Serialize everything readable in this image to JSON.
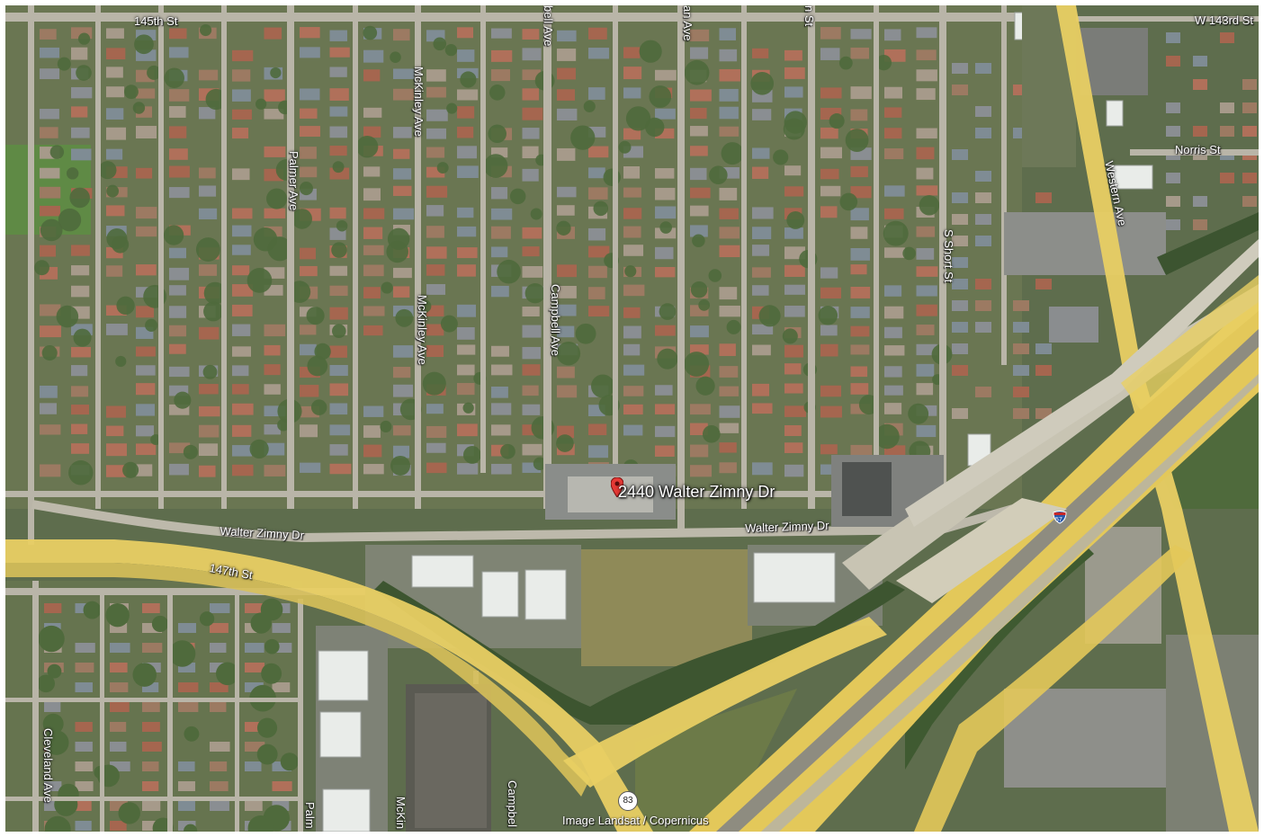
{
  "map": {
    "imagery_credit": "Image Landsat / Copernicus",
    "marker": {
      "label": "2440 Walter Zimny Dr",
      "color": "#e53935"
    },
    "street_labels": [
      {
        "id": "145th-st",
        "text": "145th St"
      },
      {
        "id": "w-143rd-st",
        "text": "W 143rd St"
      },
      {
        "id": "norris-st",
        "text": "Norris St"
      },
      {
        "id": "palmer-ave",
        "text": "Palmer Ave"
      },
      {
        "id": "mckinley-ave-north",
        "text": "McKinley Ave"
      },
      {
        "id": "mckinley-ave-mid",
        "text": "McKinley Ave"
      },
      {
        "id": "campbell-ave-top",
        "text": "bell Ave"
      },
      {
        "id": "campbell-ave-mid",
        "text": "Campbell Ave"
      },
      {
        "id": "top-ave-fragment",
        "text": "an Ave"
      },
      {
        "id": "top-st-fragment",
        "text": "n St"
      },
      {
        "id": "s-short-st",
        "text": "S Short St"
      },
      {
        "id": "western-ave",
        "text": "Western Ave"
      },
      {
        "id": "walter-zimny-dr-west",
        "text": "Walter Zimny Dr"
      },
      {
        "id": "walter-zimny-dr-east",
        "text": "Walter Zimny Dr"
      },
      {
        "id": "147th-st",
        "text": "147th St"
      },
      {
        "id": "cleveland-ave",
        "text": "Cleveland Ave"
      },
      {
        "id": "palmer-ave-south",
        "text": "Palm"
      },
      {
        "id": "mckinley-ave-south",
        "text": "McKin"
      },
      {
        "id": "campbell-ave-south",
        "text": "Campbel"
      }
    ],
    "route_shields": [
      {
        "id": "route-83",
        "text": "83",
        "type": "state"
      },
      {
        "id": "interstate-57",
        "text": "57",
        "type": "interstate"
      }
    ],
    "colors": {
      "highway": "#e8cf63",
      "highway_edge": "#c9b04c",
      "road": "#b9b5a8",
      "vegetation": "#4f6a3c",
      "lot": "#6e7b5a",
      "roof_red": "#a5664f",
      "roof_gray": "#8a8e92",
      "roof_white": "#e9ece9",
      "parking": "#8d8f8e"
    }
  }
}
